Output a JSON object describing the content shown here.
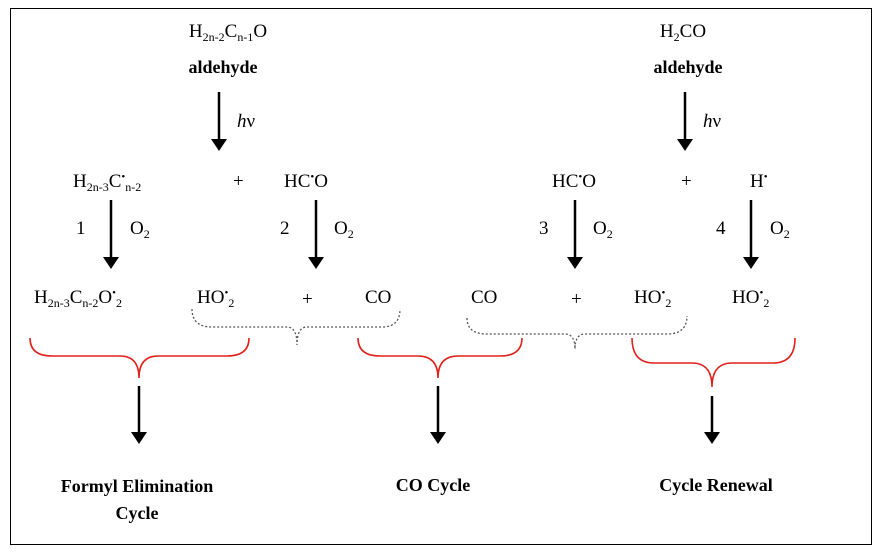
{
  "reactant_left": {
    "formula_h": "H",
    "h_sub": "2n-2",
    "c": "C",
    "c_sub": "n-1",
    "o": "O",
    "label": "aldehyde"
  },
  "reactant_right": {
    "h": "H",
    "h_sub": "2",
    "rest": "CO",
    "label": "aldehyde"
  },
  "hv": {
    "h": "h",
    "nu": "ν"
  },
  "radicals": {
    "alkyl": {
      "h": "H",
      "h_sub": "2n-3",
      "c": "C",
      "dot": "•",
      "c_sub": "n-2"
    },
    "formyl_left": {
      "hc": "HC",
      "dot": "•",
      "o": "O"
    },
    "formyl_right": {
      "hc": "HC",
      "dot": "•",
      "o": "O"
    },
    "h_atom": {
      "h": "H",
      "dot": "•"
    }
  },
  "plus": "+",
  "steps": [
    "1",
    "2",
    "3",
    "4"
  ],
  "o2": {
    "o": "O",
    "sub": "2"
  },
  "products": {
    "peroxy": {
      "h": "H",
      "h_sub": "2n-3",
      "c": "C",
      "c_sub": "n-2",
      "o": "O",
      "dot": "•",
      "o_sub": "2"
    },
    "ho2": {
      "ho": "HO",
      "dot": "•",
      "sub": "2"
    },
    "co": "CO"
  },
  "cycles": {
    "formyl_line1": "Formyl Elimination",
    "formyl_line2": "Cycle",
    "co_cycle": "CO Cycle",
    "renewal": "Cycle Renewal"
  },
  "colors": {
    "red_brace": "#e0201b",
    "dotted_brace": "#555555",
    "ink": "#000000"
  }
}
